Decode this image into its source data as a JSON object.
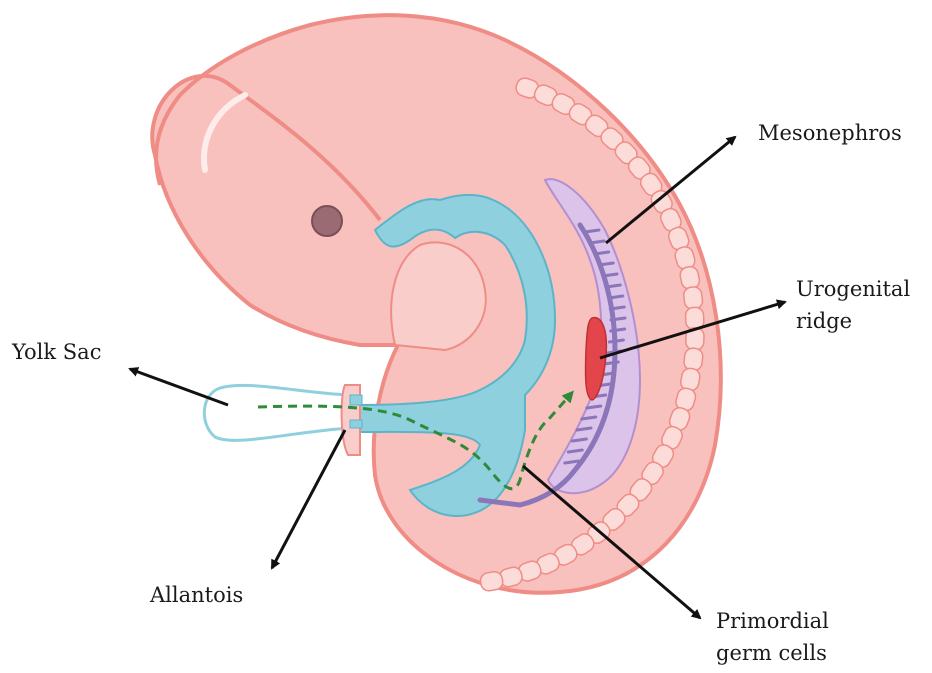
{
  "labels": {
    "mesonephros": "Mesonephros",
    "urogenital_line1": "Urogenital",
    "urogenital_line2": "ridge",
    "yolk_sac": "Yolk Sac",
    "allantois": "Allantois",
    "pgc_line1": "Primordial",
    "pgc_line2": "germ cells"
  },
  "colors": {
    "embryo_fill": "#f8c1bd",
    "embryo_outline": "#f08c86",
    "somite_fill": "#fcdcd8",
    "gut_fill": "#8fd0df",
    "gut_outline": "#5cb4c9",
    "yolk_outline": "#8fd0df",
    "mesonephros_fill": "#dcc3ea",
    "mesonephros_outline": "#b48fd0",
    "duct_color": "#8a76b8",
    "ridge_fill": "#e2454a",
    "eye_fill": "#9b6b74",
    "migration_path": "#2e8b3a",
    "arrow": "#111111"
  }
}
